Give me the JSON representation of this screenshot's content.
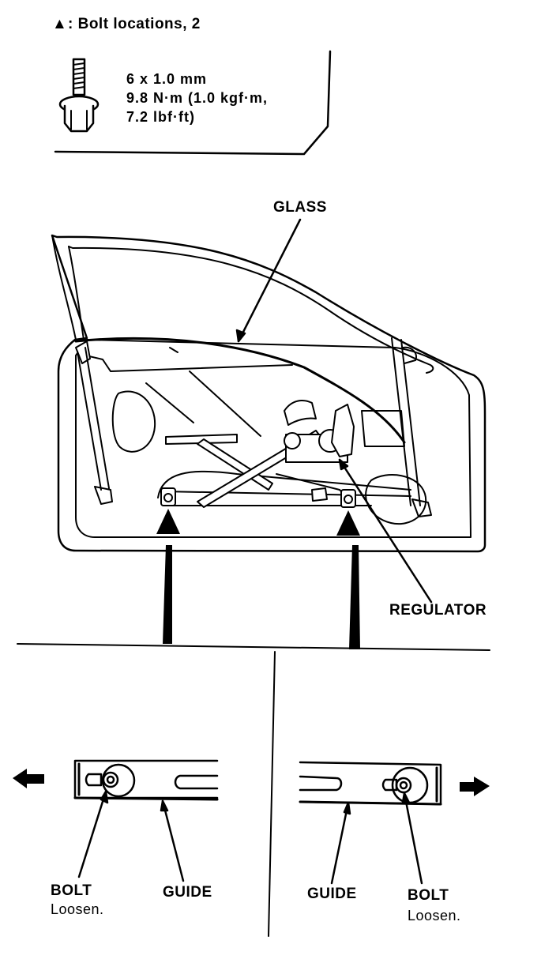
{
  "legend": {
    "symbol": "▲",
    "text": ": Bolt locations, 2"
  },
  "spec": {
    "line1": "6 x 1.0 mm",
    "line2": "9.8 N·m (1.0 kgf·m,",
    "line3": "7.2 lbf·ft)"
  },
  "labels": {
    "glass": "GLASS",
    "regulator": "REGULATOR"
  },
  "detail_left": {
    "bolt": "BOLT",
    "bolt_note": "Loosen.",
    "guide": "GUIDE"
  },
  "detail_right": {
    "guide": "GUIDE",
    "bolt": "BOLT",
    "bolt_note": "Loosen."
  }
}
